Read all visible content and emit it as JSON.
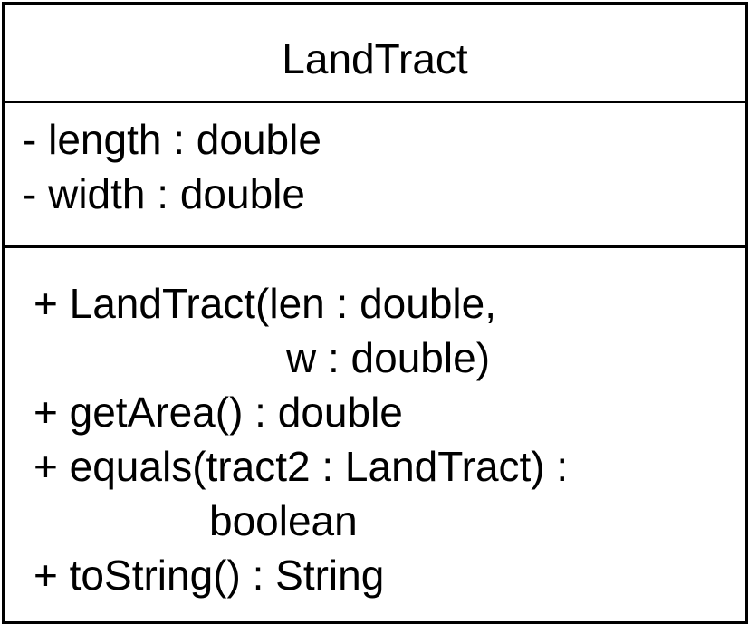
{
  "class": {
    "name": "LandTract",
    "attributes": [
      "- length : double",
      "- width : double"
    ],
    "operations": [
      "+ LandTract(len : double,",
      "w : double)",
      "+ getArea() : double",
      "+ equals(tract2 : LandTract) :",
      "boolean",
      "+ toString() : String"
    ]
  },
  "colors": {
    "border": "#000000",
    "background": "#ffffff",
    "text": "#000000"
  }
}
